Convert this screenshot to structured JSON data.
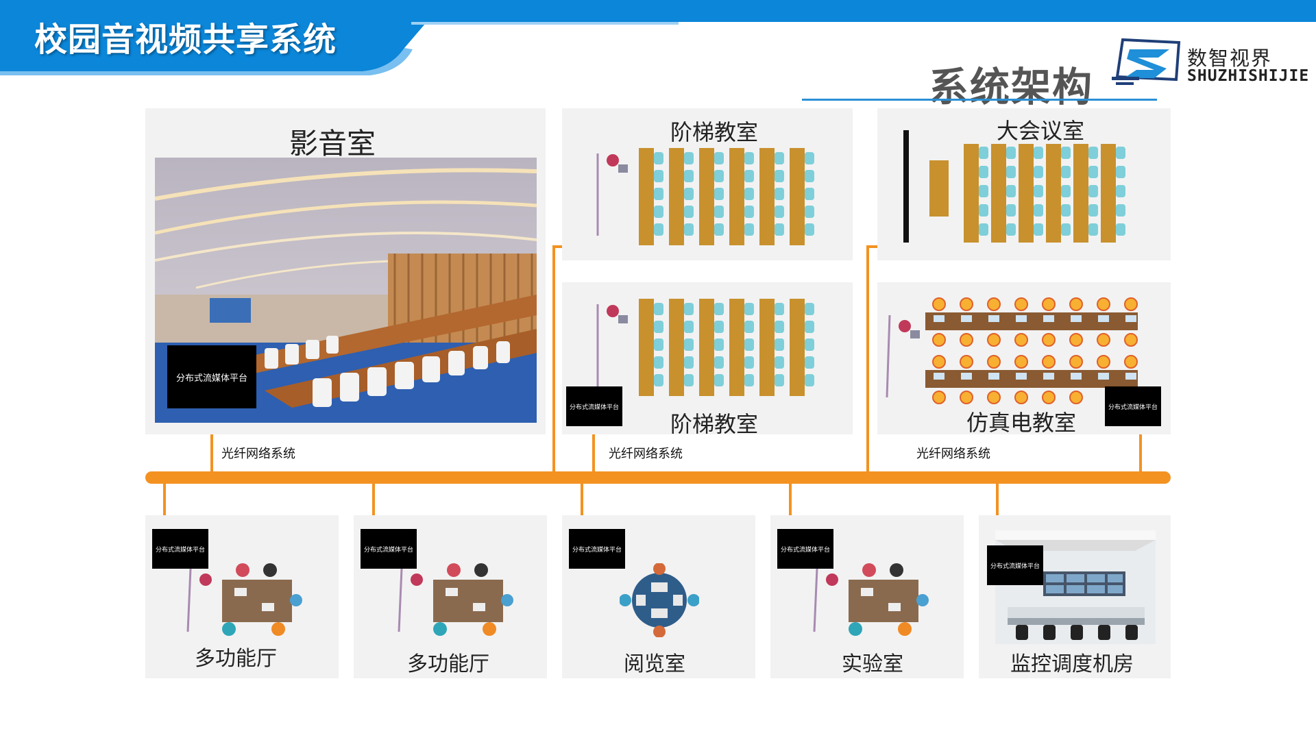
{
  "header": {
    "page_title": "校园音视频共享系统",
    "section_title": "系统架构"
  },
  "logo": {
    "name_cn": "数智视界",
    "name_en": "SHUZHISHIJIE",
    "icon": "logo-s-mark-icon"
  },
  "colors": {
    "header_blue": "#0b86d9",
    "network_orange": "#f39221",
    "panel_gray": "#f2f2f2",
    "underline_blue": "#2a8fd6"
  },
  "rooms": {
    "cinema": "影音室",
    "lecture_1": "阶梯教室",
    "lecture_2": "阶梯教室",
    "conference": "大会议室",
    "simulation": "仿真电教室",
    "multi_1": "多功能厅",
    "multi_2": "多功能厅",
    "reading": "阅览室",
    "lab": "实验室",
    "monitor": "监控调度机房"
  },
  "platform_label": "分布式流媒体平台",
  "network_label": "光纤网络系统"
}
